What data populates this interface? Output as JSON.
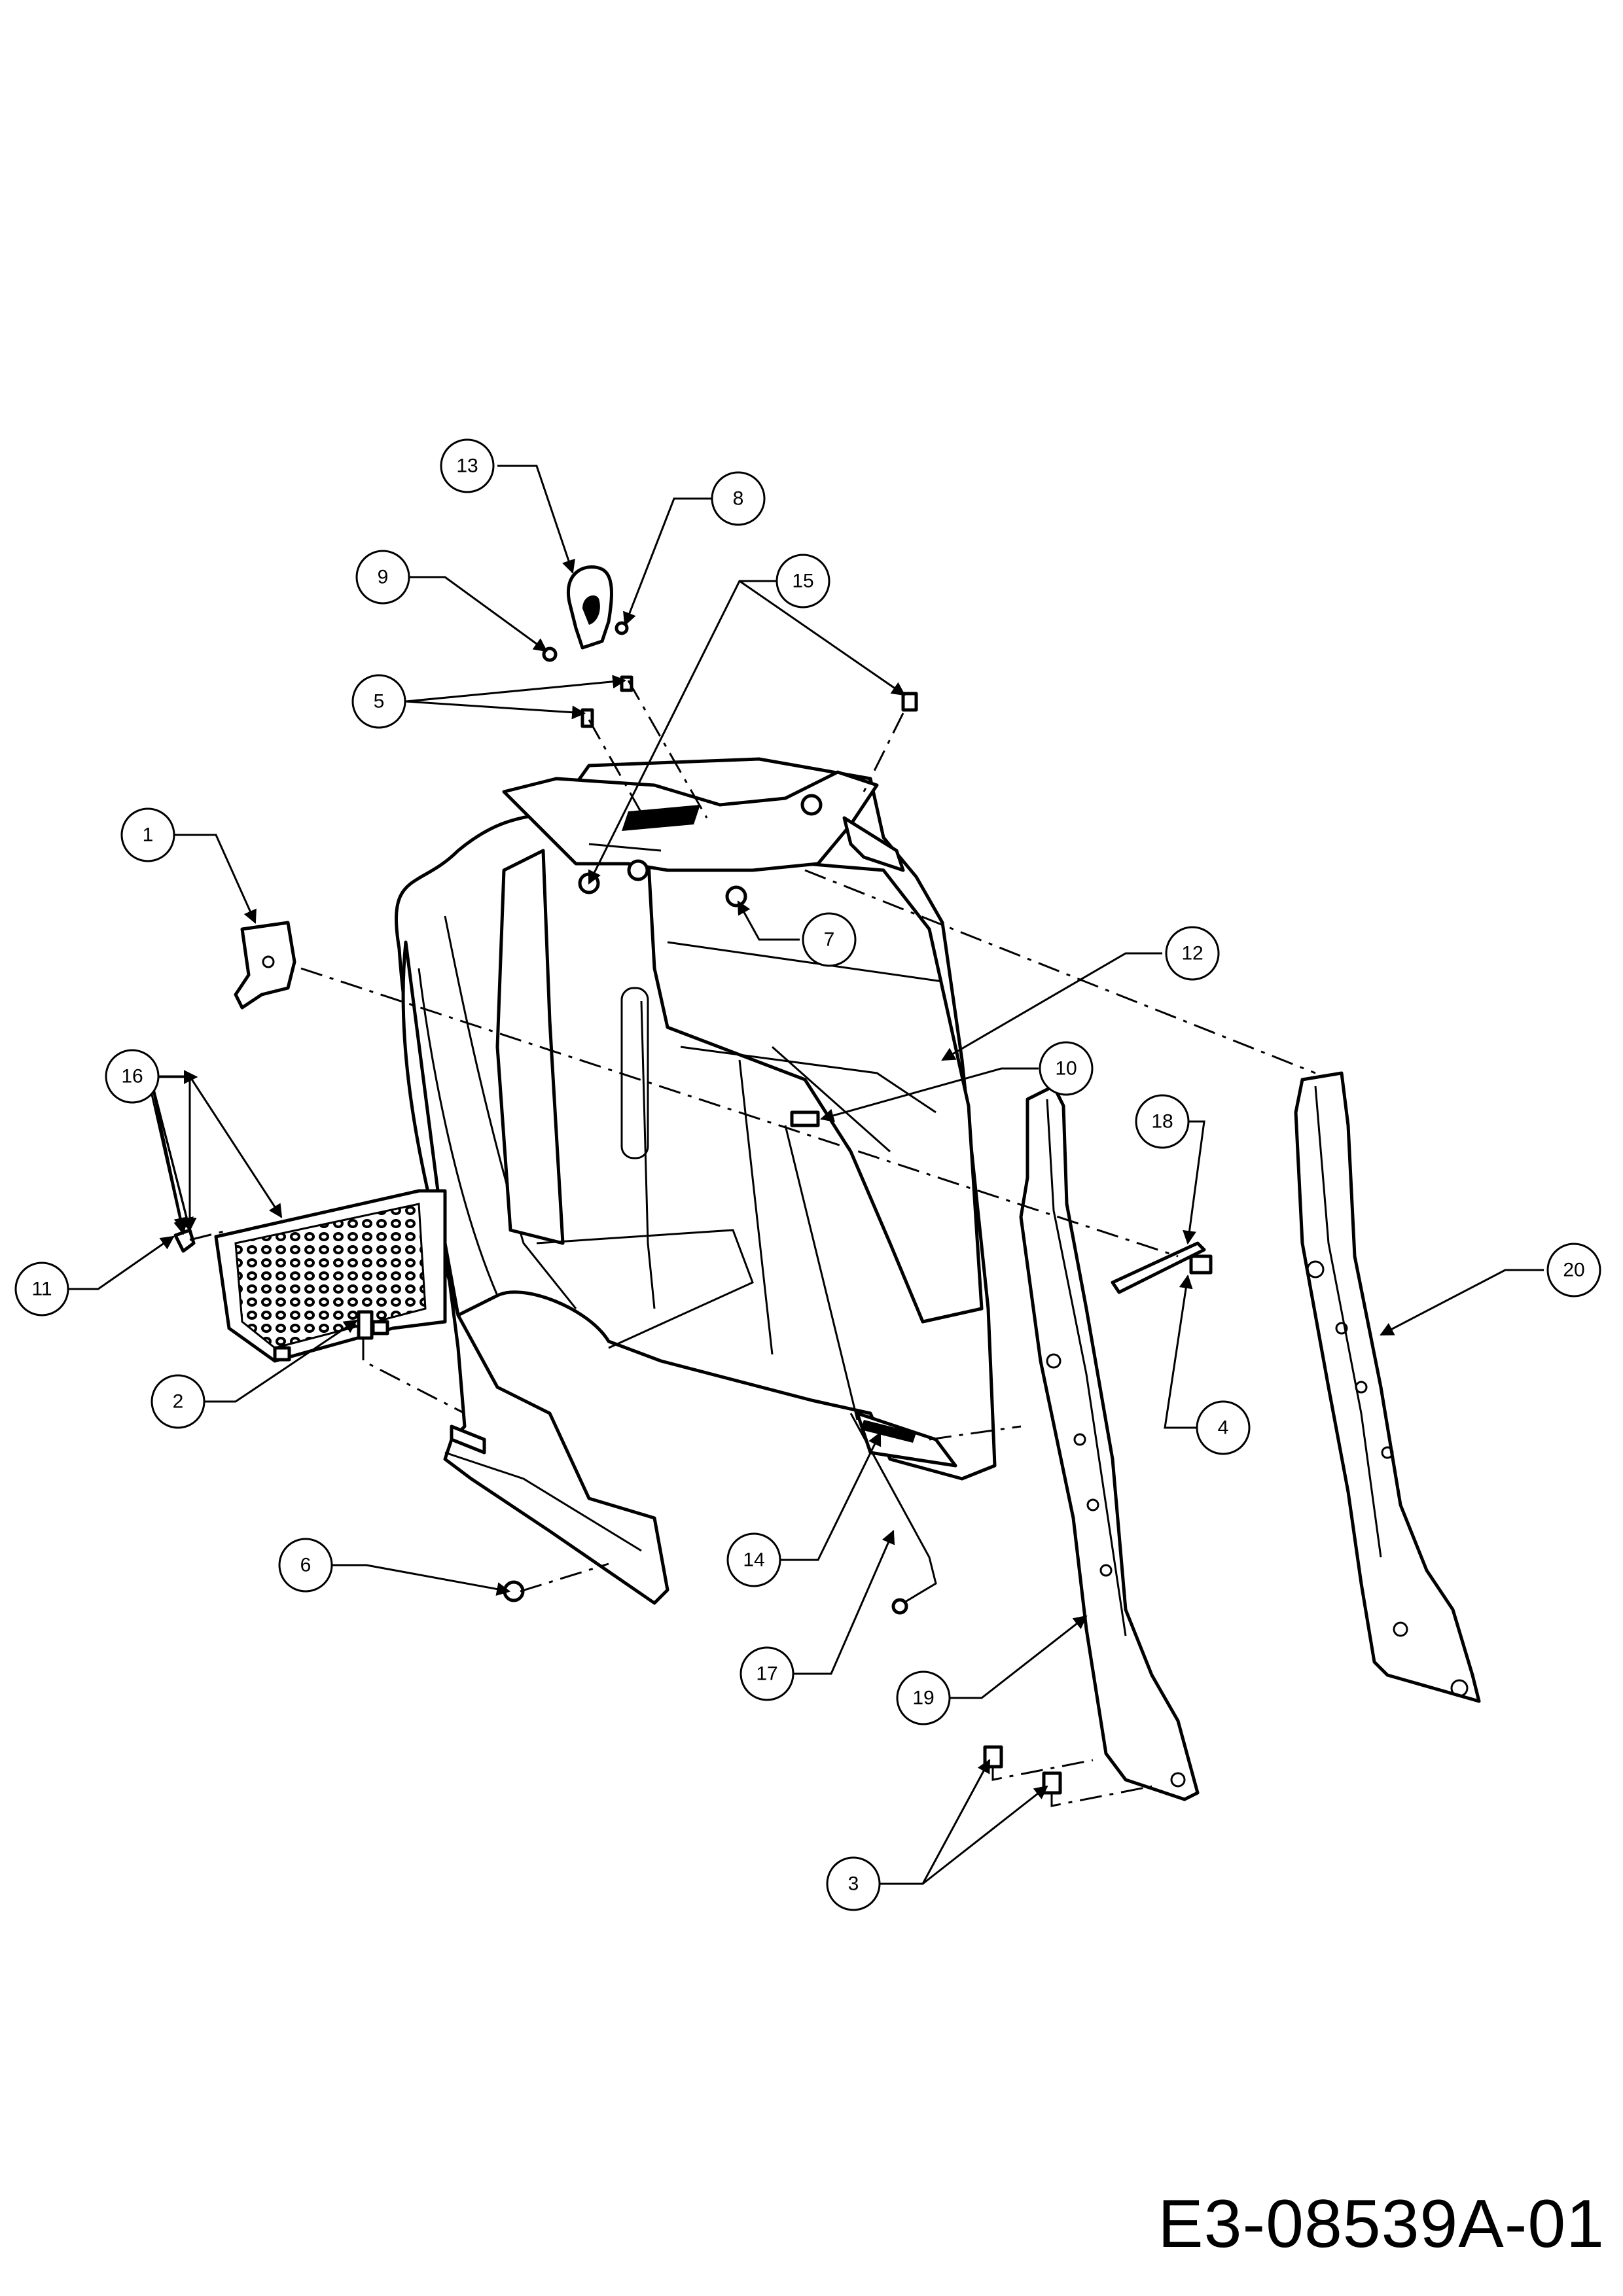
{
  "drawing_code": "E3-08539A-01",
  "callouts": [
    "1",
    "2",
    "3",
    "4",
    "5",
    "6",
    "7",
    "8",
    "9",
    "10",
    "11",
    "12",
    "13",
    "14",
    "15",
    "16",
    "17",
    "18",
    "19",
    "20"
  ]
}
